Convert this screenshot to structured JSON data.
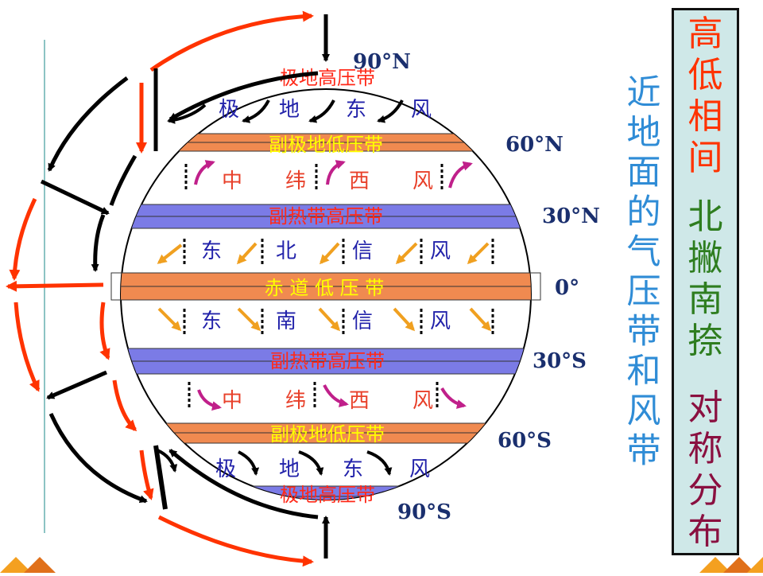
{
  "bands": [
    {
      "label": "极地高压带",
      "lat": "90°N"
    },
    {
      "label": "副极地低压带",
      "lat": "60°N"
    },
    {
      "label": "副热带高压带",
      "lat": "30°N"
    },
    {
      "label": "赤 道 低 压 带",
      "lat": "0°"
    },
    {
      "label": "副热带高压带",
      "lat": "30°S"
    },
    {
      "label": "副极地低压带",
      "lat": "60°S"
    },
    {
      "label": "极地高压带",
      "lat": "90°S"
    }
  ],
  "winds": {
    "polar_easterlies_n": [
      "极",
      "地",
      "东",
      "风"
    ],
    "westerlies_n": [
      "中",
      "纬",
      "西",
      "风"
    ],
    "ne_trades": [
      "东",
      "北",
      "信",
      "风"
    ],
    "se_trades": [
      "东",
      "南",
      "信",
      "风"
    ],
    "westerlies_s": [
      "中",
      "纬",
      "西",
      "风"
    ],
    "polar_easterlies_s": [
      "极",
      "地",
      "东",
      "风"
    ]
  },
  "side_title": [
    "近",
    "地",
    "面",
    "的",
    "气",
    "压",
    "带",
    "和",
    "风",
    "带"
  ],
  "summary": {
    "group1": [
      "高",
      "低",
      "相",
      "间"
    ],
    "group2": [
      "北",
      "撇",
      "南",
      "捺"
    ],
    "group3": [
      "对",
      "称",
      "分",
      "布"
    ]
  },
  "colors": {
    "low_band": "#f08a50",
    "high_band": "#7b7be6",
    "red_label": "#ff2a1a",
    "yellow_label": "#ffff00",
    "wind_text_blue": "#2222aa",
    "wind_text_red": "#e8402a",
    "trade_arrow": "#f0a020",
    "westerly_arrow": "#c0208a",
    "circulation_red": "#ff3300",
    "group1_color": "#ff3300",
    "group2_color": "#2e7d1f",
    "group3_color": "#8a1040",
    "side_title_color": "#2f8cd6"
  }
}
